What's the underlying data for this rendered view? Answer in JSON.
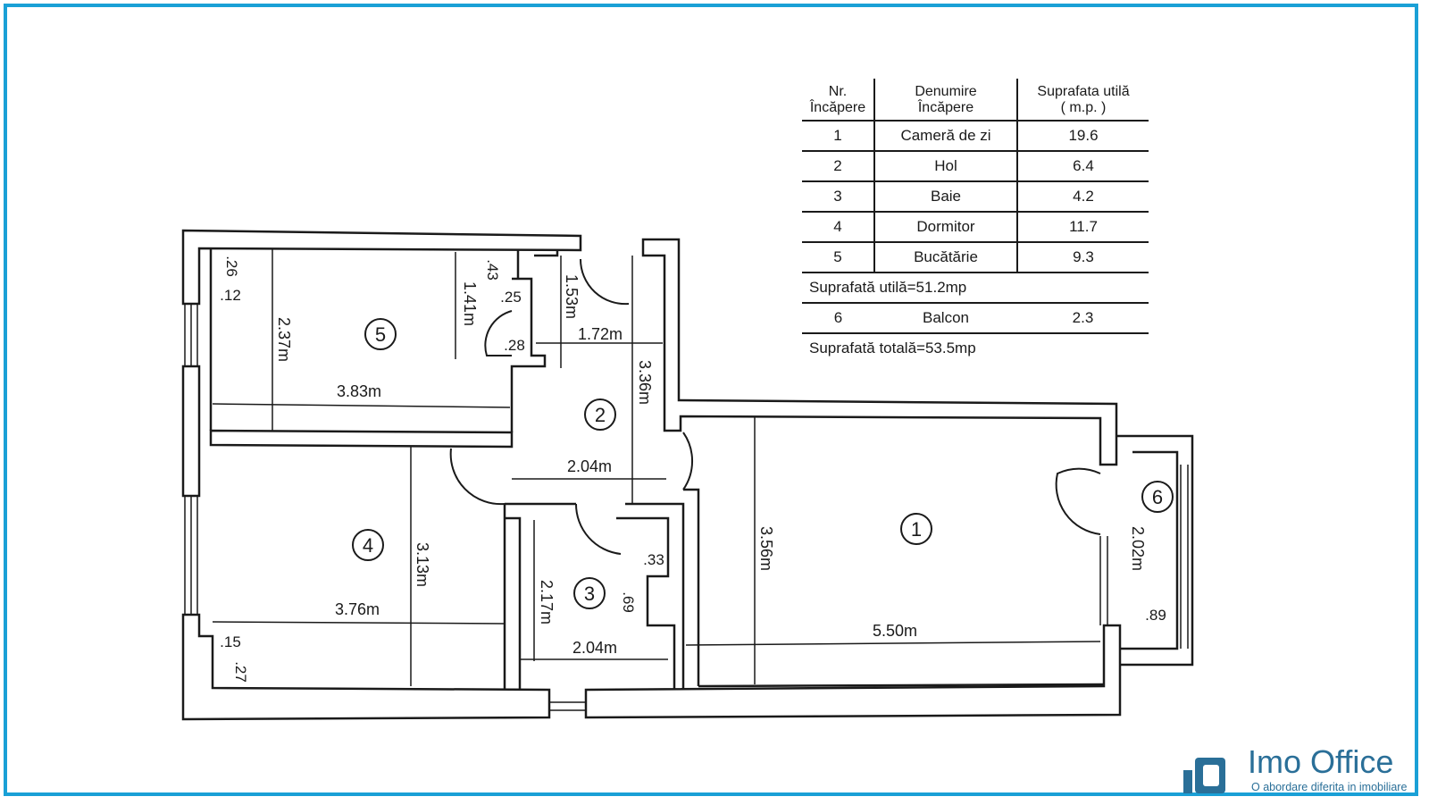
{
  "legend": {
    "headers": {
      "nr": "Nr.\nÎncăpere",
      "name": "Denumire\nÎncăpere",
      "area": "Suprafata utilă\n( m.p. )"
    },
    "rooms": [
      {
        "nr": "1",
        "name": "Cameră de zi",
        "area": "19.6"
      },
      {
        "nr": "2",
        "name": "Hol",
        "area": "6.4"
      },
      {
        "nr": "3",
        "name": "Baie",
        "area": "4.2"
      },
      {
        "nr": "4",
        "name": "Dormitor",
        "area": "11.7"
      },
      {
        "nr": "5",
        "name": "Bucătărie",
        "area": "9.3"
      }
    ],
    "useful_total": "Suprafată utilă=51.2mp",
    "balcony": {
      "nr": "6",
      "name": "Balcon",
      "area": "2.3"
    },
    "grand_total": "Suprafată totală=53.5mp"
  },
  "plan": {
    "room_numbers": [
      "1",
      "2",
      "3",
      "4",
      "5",
      "6"
    ],
    "dimensions": {
      "r5_width": "3.83m",
      "r5_height": "2.37m",
      "r5_inner": "1.41m",
      "hall_top": "1.72m",
      "hall_door": "1.53m",
      "hall_height": "3.36m",
      "hall_width": "2.04m",
      "r4_width": "3.76m",
      "r4_height": "3.13m",
      "r3_width": "2.04m",
      "r3_height": "2.17m",
      "r1_width": "5.50m",
      "r1_height": "3.56m",
      "balcony_height": "2.02m"
    },
    "small_dims": {
      "a": ".26",
      "b": ".12",
      "c": ".43",
      "d": ".25",
      "e": ".28",
      "f": ".15",
      "g": ".27",
      "h": ".33",
      "i": ".69",
      "j": ".89"
    }
  },
  "brand": {
    "name": "Imo Office",
    "tagline": "O abordare diferita in imobiliare"
  },
  "colors": {
    "frame": "#1aa0d6",
    "brand": "#2a6f98",
    "ink": "#1a1a1a"
  }
}
